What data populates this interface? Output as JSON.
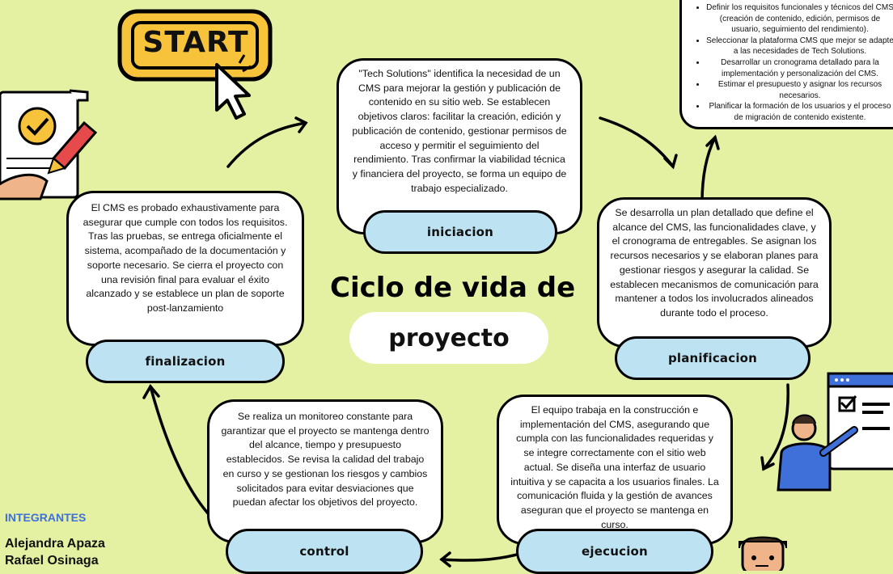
{
  "title": {
    "line1": "Ciclo de vida de",
    "line2": "proyecto"
  },
  "start_label": "START",
  "phases": {
    "iniciacion": {
      "label": "iniciacion",
      "text": "\"Tech Solutions\" identifica la necesidad de un CMS para mejorar la gestión y publicación de contenido en su sitio web. Se establecen objetivos claros: facilitar la creación, edición y publicación de contenido, gestionar permisos de acceso y permitir el seguimiento del rendimiento. Tras confirmar la viabilidad técnica y financiera del proyecto, se forma un equipo de trabajo especializado."
    },
    "planificacion": {
      "label": "planificacion",
      "text": "Se desarrolla un plan detallado que define el alcance del CMS, las funcionalidades clave, y el cronograma de entregables. Se asignan los recursos necesarios y se elaboran planes para gestionar riesgos y asegurar la calidad. Se establecen mecanismos de comunicación para mantener a todos los involucrados alineados durante todo el proceso.",
      "bullets": [
        "Definir los requisitos funcionales y técnicos del CMS (creación de contenido, edición, permisos de usuario, seguimiento del rendimiento).",
        "Seleccionar la plataforma CMS que mejor se adapte a las necesidades de Tech Solutions.",
        "Desarrollar un cronograma detallado para la implementación y personalización del CMS.",
        "Estimar el presupuesto y asignar los recursos necesarios.",
        "Planificar la formación de los usuarios y el proceso de migración de contenido existente."
      ]
    },
    "ejecucion": {
      "label": "ejecucion",
      "text": "El equipo trabaja en la construcción e implementación del CMS, asegurando que cumpla con las funcionalidades requeridas y se integre correctamente con el sitio web actual. Se diseña una interfaz de usuario intuitiva y se capacita a los usuarios finales. La comunicación fluida y la gestión de avances aseguran que el proyecto se mantenga en curso."
    },
    "control": {
      "label": "control",
      "text": "Se realiza un monitoreo constante para garantizar que el proyecto se mantenga dentro del alcance, tiempo y presupuesto establecidos. Se revisa la calidad del trabajo en curso y se gestionan los riesgos y cambios solicitados para evitar desviaciones que puedan afectar los objetivos del proyecto."
    },
    "finalizacion": {
      "label": "finalizacion",
      "text": "El CMS es probado exhaustivamente para asegurar que cumple con todos los requisitos. Tras las pruebas, se entrega oficialmente el sistema, acompañado de la documentación y soporte necesario. Se cierra el proyecto con una revisión final para evaluar el éxito alcanzado y se establece un plan de soporte post-lanzamiento"
    }
  },
  "members": {
    "heading": "INTEGRANTES",
    "names": [
      "Alejandra Apaza",
      "Rafael Osinaga"
    ]
  },
  "colors": {
    "background": "#e5f1a2",
    "pill": "#bde3f2",
    "heading": "#3f6fd8",
    "start": "#f6c33a"
  }
}
